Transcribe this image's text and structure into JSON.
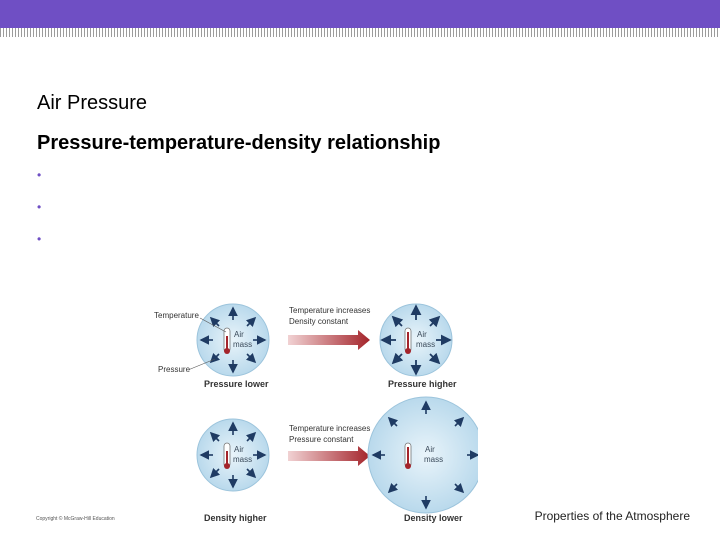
{
  "slide": {
    "title": "Air Pressure",
    "subtitle": "Pressure-temperature-density relationship",
    "bullets": [
      "",
      "",
      ""
    ],
    "footer_right": "Properties of the Atmosphere",
    "footer_left": "Copyright © McGraw-Hill Education"
  },
  "figure": {
    "label_temperature": "Temperature",
    "label_pressure": "Pressure",
    "air_mass": [
      "Air",
      "mass"
    ],
    "top_row": {
      "arrow_label_1": "Temperature increases",
      "arrow_label_2": "Density constant",
      "left_caption": "Pressure lower",
      "right_caption": "Pressure higher"
    },
    "bottom_row": {
      "arrow_label_1": "Temperature increases",
      "arrow_label_2": "Pressure constant",
      "left_caption": "Density higher",
      "right_caption": "Density lower"
    }
  },
  "colors": {
    "header_bar": "#6f4fc4",
    "circle_fill": "#cfe6f3",
    "arrow_red": "#a4242b",
    "arrow_navy": "#1f3b63"
  }
}
